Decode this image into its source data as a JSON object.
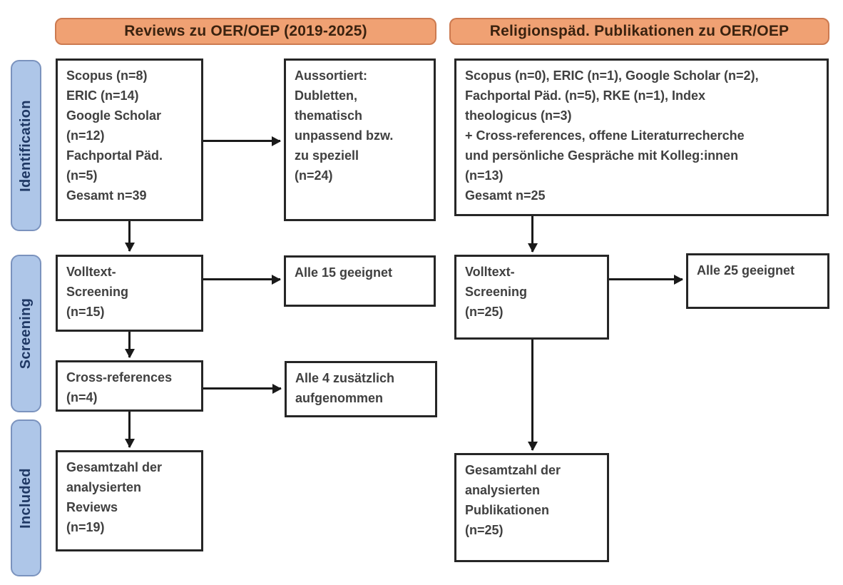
{
  "diagram": {
    "headers": {
      "left": "Reviews zu OER/OEP (2019-2025)",
      "right": "Religionspäd. Publikationen zu OER/OEP"
    },
    "stages": {
      "identification": "Identification",
      "screening": "Screening",
      "included": "Included"
    },
    "boxes": {
      "left_sources": "Scopus (n=8)\nERIC (n=14)\nGoogle Scholar\n(n=12)\nFachportal Päd.\n(n=5)\nGesamt n=39",
      "left_excluded": "Aussortiert:\nDubletten,\nthematisch\nunpassend bzw.\nzu speziell\n(n=24)",
      "left_fulltext": "Volltext-\nScreening\n(n=15)",
      "left_eligible": "Alle 15 geeignet",
      "left_crossref": "Cross-references\n(n=4)",
      "left_crossref_added": "Alle 4 zusätzlich\naufgenommen",
      "left_included": "Gesamtzahl der\nanalysierten\nReviews\n(n=19)",
      "right_sources": "Scopus (n=0), ERIC (n=1), Google Scholar (n=2),\nFachportal Päd. (n=5), RKE (n=1), Index\ntheologicus (n=3)\n+ Cross-references, offene Literaturrecherche\nund persönliche Gespräche mit Kolleg:innen\n(n=13)\nGesamt n=25",
      "right_fulltext": "Volltext-\nScreening\n(n=25)",
      "right_eligible": "Alle 25 geeignet",
      "right_included": "Gesamtzahl der\nanalysierten\nPublikationen\n(n=25)"
    },
    "colors": {
      "header_fill": "#f0a173",
      "header_border": "#cc7a50",
      "header_text": "#3a220f",
      "stage_fill": "#aec6e8",
      "stage_border": "#7b93be",
      "stage_text": "#1f3864",
      "box_border": "#262626",
      "box_text": "#404040",
      "arrow": "#1a1a1a"
    }
  }
}
